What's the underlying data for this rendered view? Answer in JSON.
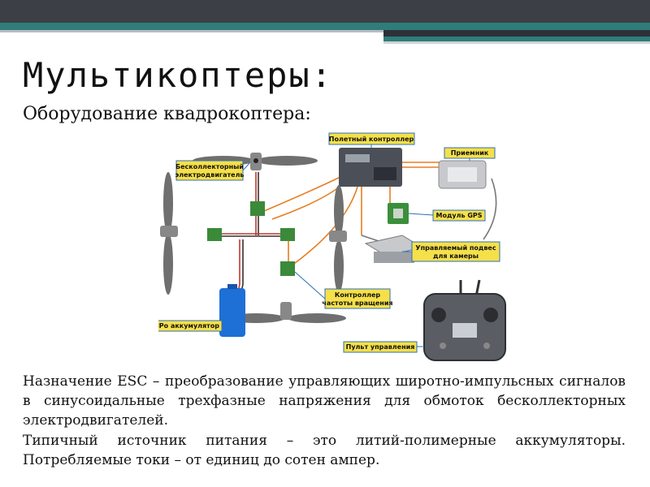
{
  "slide": {
    "title": "Мультикоптеры:",
    "subtitle": "Оборудование квадрокоптера:",
    "paragraph1": "Назначение ESC – преобразование управляющих широтно-импульсных сигналов в синусоидальные трехфазные напряжения для обмоток бесколлекторных электродвигателей.",
    "paragraph2": "Типичный источник питания – это литий-полимерные аккумуляторы. Потребляемые токи – от единиц до сотен ампер."
  },
  "diagram": {
    "flight_controller": "Полетный контроллер",
    "receiver": "Приемник",
    "motor_line1": "Бесколлекторный",
    "motor_line2": "электродвигатель",
    "gps_module": "Модуль GPS",
    "gimbal_line1": "Управляемый подвес",
    "gimbal_line2": "для камеры",
    "speed_controller_line1": "Контроллер",
    "speed_controller_line2": "частоты вращения",
    "battery": "LiPo аккумулятор",
    "remote_control": "Пульт управления"
  },
  "colors": {
    "topbar": "#3d3f47",
    "accent_teal": "#2f7d7a",
    "callout_yellow": "#f5e04a",
    "callout_border": "#2e6fb7",
    "esc_green": "#3a8a3a",
    "battery_blue": "#1e6fd6"
  }
}
